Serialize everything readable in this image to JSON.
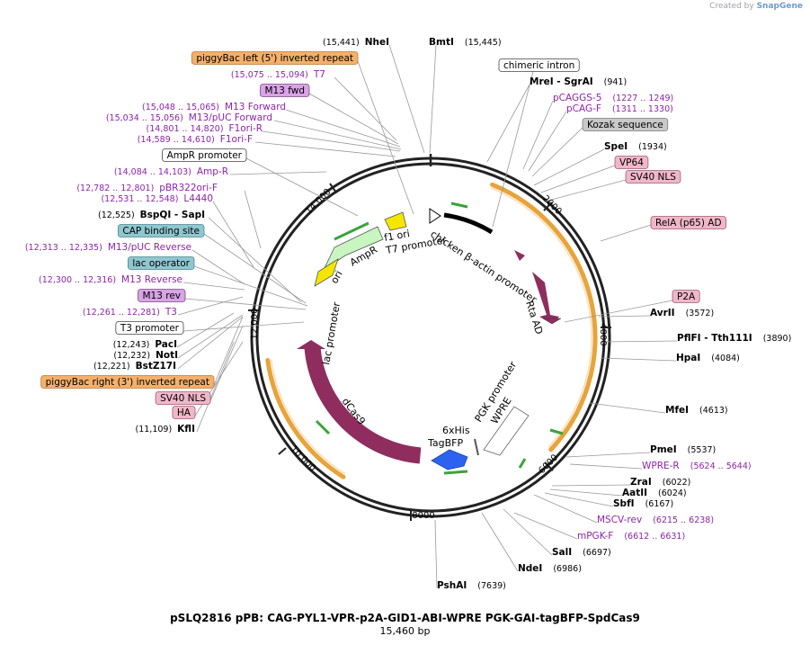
{
  "credit": {
    "prefix": "Created by",
    "brand": "SnapGene"
  },
  "plasmid": {
    "name": "pSLQ2816 pPB: CAG-PYL1-VPR-p2A-GID1-ABI-WPRE PGK-GAI-tagBFP-SpdCas9",
    "length_label": "15,460 bp",
    "total_bp": 15460
  },
  "ticks": [
    "2000",
    "4000",
    "6000",
    "8000",
    "10,000",
    "12,000",
    "14,000"
  ],
  "colors": {
    "primer": "#8e24aa",
    "site": "#000000",
    "feature_orange": "#f4b06a",
    "feature_pink": "#f0b7c9",
    "feature_purple": "#d9a3e6",
    "feature_teal": "#8fc7d0",
    "feature_gray": "#c9c9c9",
    "arc_purple": "#8e2d5e",
    "arrow_yellow": "#f5e600",
    "arrow_green": "#c8f5c0",
    "arrow_blue": "#2b63f0",
    "orange_arc": "#e8a33a",
    "green_arrow": "#3aa33a"
  },
  "inner_labels": {
    "chicken_bactin": "chicken β-actin promoter",
    "rta_ad": "Rta AD",
    "f1ori": "f1 ori",
    "t7promoter": "T7 promoter",
    "ampr": "AmpR",
    "ori": "ori",
    "lacpromoter": "lac promoter",
    "dcas9": "dCas9",
    "pgkpromoter": "PGK promoter",
    "wpre": "WPRE",
    "sixhis": "6xHis",
    "tagbfp": "TagBFP"
  },
  "labels": [
    {
      "id": "nhei",
      "kind": "site",
      "name": "NheI",
      "pos": "(15,441)"
    },
    {
      "id": "bmti",
      "kind": "site",
      "name": "BmtI",
      "pos": "(15,445)"
    },
    {
      "id": "piggybac-left",
      "kind": "feature",
      "name": "piggyBac left (5') inverted repeat",
      "style": "orange"
    },
    {
      "id": "t7",
      "kind": "primer",
      "name": "T7",
      "pos": "(15,075 .. 15,094)"
    },
    {
      "id": "m13fwd",
      "kind": "feature",
      "name": "M13 fwd",
      "style": "purple"
    },
    {
      "id": "m13forward",
      "kind": "primer",
      "name": "M13 Forward",
      "pos": "(15,048 .. 15,065)"
    },
    {
      "id": "m13puc-forward",
      "kind": "primer",
      "name": "M13/pUC Forward",
      "pos": "(15,034 .. 15,056)"
    },
    {
      "id": "f1ori-r",
      "kind": "primer",
      "name": "F1ori-R",
      "pos": "(14,801 .. 14,820)"
    },
    {
      "id": "f1ori-f",
      "kind": "primer",
      "name": "F1ori-F",
      "pos": "(14,589 .. 14,610)"
    },
    {
      "id": "ampr-promoter",
      "kind": "feature",
      "name": "AmpR promoter",
      "style": "white"
    },
    {
      "id": "amp-r",
      "kind": "primer",
      "name": "Amp-R",
      "pos": "(14,084 .. 14,103)"
    },
    {
      "id": "pbr322ori-f",
      "kind": "primer",
      "name": "pBR322ori-F",
      "pos": "(12,782 .. 12,801)"
    },
    {
      "id": "l4440",
      "kind": "primer",
      "name": "L4440",
      "pos": "(12,531 .. 12,548)"
    },
    {
      "id": "bspqi",
      "kind": "site",
      "name": "BspQI - SapI",
      "pos": "(12,525)"
    },
    {
      "id": "cap-site",
      "kind": "feature",
      "name": "CAP binding site",
      "style": "teal"
    },
    {
      "id": "m13puc-reverse",
      "kind": "primer",
      "name": "M13/pUC Reverse",
      "pos": "(12,313 .. 12,335)"
    },
    {
      "id": "lac-operator",
      "kind": "feature",
      "name": "lac operator",
      "style": "teal"
    },
    {
      "id": "m13reverse",
      "kind": "primer",
      "name": "M13 Reverse",
      "pos": "(12,300 .. 12,316)"
    },
    {
      "id": "m13rev",
      "kind": "feature",
      "name": "M13 rev",
      "style": "purple"
    },
    {
      "id": "t3",
      "kind": "primer",
      "name": "T3",
      "pos": "(12,261 .. 12,281)"
    },
    {
      "id": "t3-promoter",
      "kind": "feature",
      "name": "T3 promoter",
      "style": "white"
    },
    {
      "id": "paci",
      "kind": "site",
      "name": "PacI",
      "pos": "(12,243)"
    },
    {
      "id": "noti",
      "kind": "site",
      "name": "NotI",
      "pos": "(12,232)"
    },
    {
      "id": "bstz17i",
      "kind": "site",
      "name": "BstZ17I",
      "pos": "(12,221)"
    },
    {
      "id": "piggybac-right",
      "kind": "feature",
      "name": "piggyBac right (3') inverted repeat",
      "style": "orange"
    },
    {
      "id": "sv40nls-left",
      "kind": "feature",
      "name": "SV40 NLS",
      "style": "pink"
    },
    {
      "id": "ha",
      "kind": "feature",
      "name": "HA",
      "style": "pink"
    },
    {
      "id": "kfli",
      "kind": "site",
      "name": "KflI",
      "pos": "(11,109)"
    },
    {
      "id": "chimeric-intron",
      "kind": "feature",
      "name": "chimeric intron",
      "style": "white"
    },
    {
      "id": "mrei",
      "kind": "site",
      "name": "MreI - SgrAI",
      "pos": "(941)"
    },
    {
      "id": "pcaggs5",
      "kind": "primer",
      "name": "pCAGGS-5",
      "pos": "(1227 .. 1249)"
    },
    {
      "id": "pcag-f",
      "kind": "primer",
      "name": "pCAG-F",
      "pos": "(1311 .. 1330)"
    },
    {
      "id": "kozak",
      "kind": "feature",
      "name": "Kozak sequence",
      "style": "gray"
    },
    {
      "id": "spei",
      "kind": "site",
      "name": "SpeI",
      "pos": "(1934)"
    },
    {
      "id": "vp64",
      "kind": "feature",
      "name": "VP64",
      "style": "pink"
    },
    {
      "id": "sv40nls-right",
      "kind": "feature",
      "name": "SV40 NLS",
      "style": "pink"
    },
    {
      "id": "rela",
      "kind": "feature",
      "name": "RelA (p65) AD",
      "style": "pink"
    },
    {
      "id": "p2a",
      "kind": "feature",
      "name": "P2A",
      "style": "pink"
    },
    {
      "id": "avrii",
      "kind": "site",
      "name": "AvrII",
      "pos": "(3572)"
    },
    {
      "id": "pflfi",
      "kind": "site",
      "name": "PflFI - Tth111I",
      "pos": "(3890)"
    },
    {
      "id": "hpai",
      "kind": "site",
      "name": "HpaI",
      "pos": "(4084)"
    },
    {
      "id": "mfei",
      "kind": "site",
      "name": "MfeI",
      "pos": "(4613)"
    },
    {
      "id": "pmei",
      "kind": "site",
      "name": "PmeI",
      "pos": "(5537)"
    },
    {
      "id": "wpre-r",
      "kind": "primer",
      "name": "WPRE-R",
      "pos": "(5624 .. 5644)"
    },
    {
      "id": "zrai",
      "kind": "site",
      "name": "ZraI",
      "pos": "(6022)"
    },
    {
      "id": "aatii",
      "kind": "site",
      "name": "AatII",
      "pos": "(6024)"
    },
    {
      "id": "sbfi",
      "kind": "site",
      "name": "SbfI",
      "pos": "(6167)"
    },
    {
      "id": "mscv-rev",
      "kind": "primer",
      "name": "MSCV-rev",
      "pos": "(6215 .. 6238)"
    },
    {
      "id": "mpgk-f",
      "kind": "primer",
      "name": "mPGK-F",
      "pos": "(6612 .. 6631)"
    },
    {
      "id": "sali",
      "kind": "site",
      "name": "SalI",
      "pos": "(6697)"
    },
    {
      "id": "ndei",
      "kind": "site",
      "name": "NdeI",
      "pos": "(6986)"
    },
    {
      "id": "pshai",
      "kind": "site",
      "name": "PshAI",
      "pos": "(7639)"
    }
  ]
}
